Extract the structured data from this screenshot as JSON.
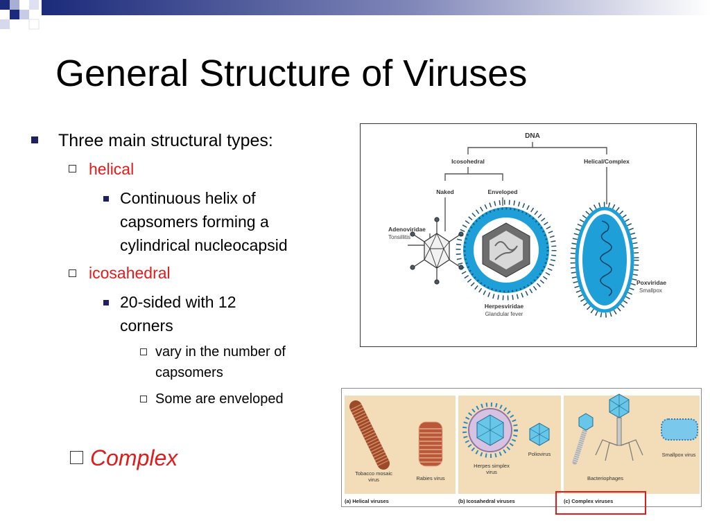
{
  "slide": {
    "title": "General Structure of Viruses",
    "bullets": {
      "main": "Three main structural types:",
      "helical": "helical",
      "helical_desc": [
        "Continuous helix of",
        "capsomers forming a",
        "cylindrical nucleocapsid"
      ],
      "icosahedral": "icosahedral",
      "icosa_desc": [
        "20-sided with 12",
        "corners"
      ],
      "icosa_sub1": [
        "vary in the number of",
        "capsomers"
      ],
      "icosa_sub2": "Some are enveloped",
      "complex": "Complex"
    },
    "colors": {
      "accent_red": "#e31a1a",
      "marker_navy": "#1f1f66",
      "deco_navy": "#1b2a7a",
      "virus_blue": "#1e9fd8"
    }
  },
  "figure_tree": {
    "root": "DNA",
    "icosahedral": "Icosohedral",
    "helical_complex": "Helical/Complex",
    "naked": "Naked",
    "enveloped": "Enveloped",
    "adeno_name": "Adenoviridae",
    "adeno_disease": "Tonsillitis",
    "herpes_name": "Herpesviridae",
    "herpes_disease": "Glandular fever",
    "pox_name": "Poxviridae",
    "pox_disease": "Smallpox"
  },
  "figure_panels": {
    "tobacco": [
      "Tobacco mosaic",
      "virus"
    ],
    "rabies": "Rabies virus",
    "herpes_simplex": [
      "Herpes simplex",
      "virus"
    ],
    "polio": "Poliovirus",
    "bacteriophages": "Bacteriophages",
    "smallpox": "Smallpox virus",
    "cap_a": "(a)  Helical viruses",
    "cap_b": "(b)  Icosahedral viruses",
    "cap_c": "(c)  Complex viruses"
  }
}
